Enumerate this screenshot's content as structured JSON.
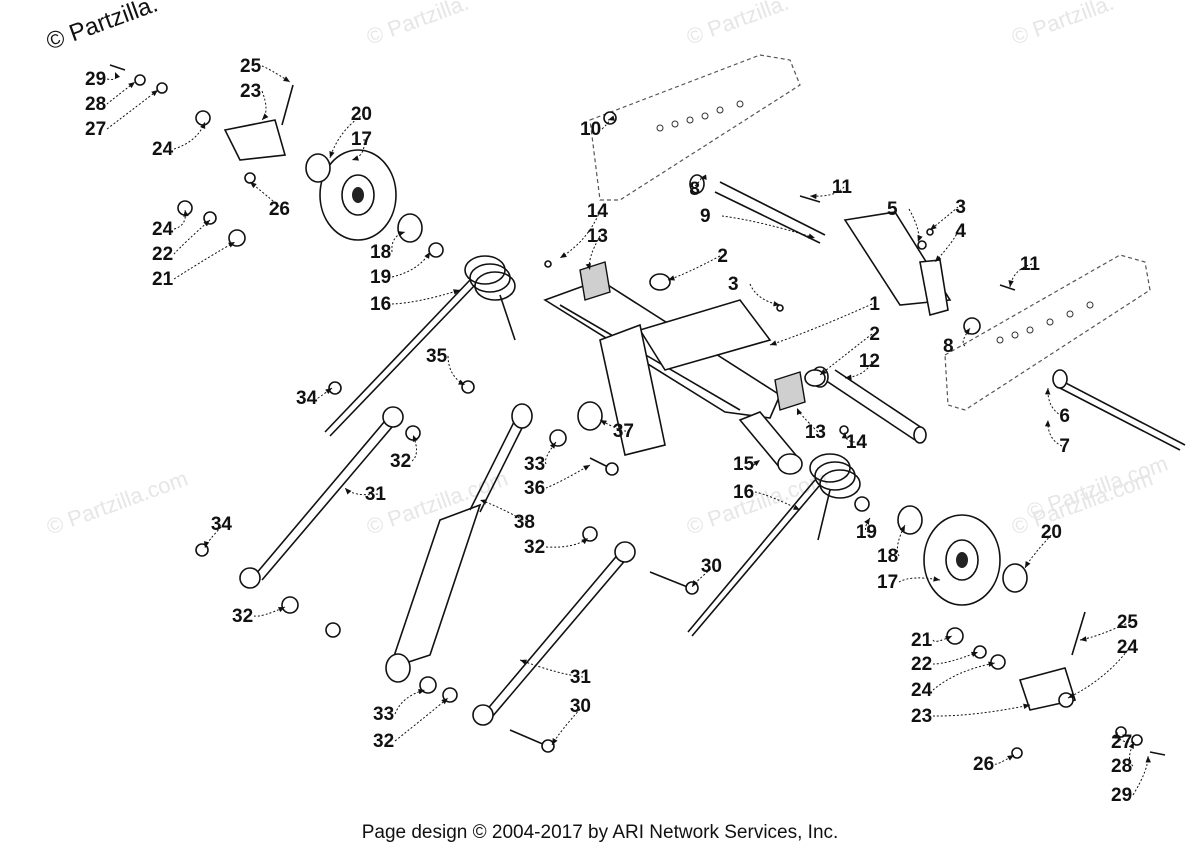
{
  "watermark_main": "© Partzilla.",
  "watermarks": [
    "© Partzilla.",
    "© Partzilla.",
    "© Partzilla.",
    "© Partzilla.com",
    "© Partzilla.com",
    "© Partzilla.com",
    "© Partzilla.com",
    "© Partzilla.com"
  ],
  "footer": "Page design © 2004-2017 by ARI Network Services, Inc.",
  "callouts": [
    {
      "n": "29"
    },
    {
      "n": "28"
    },
    {
      "n": "27"
    },
    {
      "n": "25"
    },
    {
      "n": "23"
    },
    {
      "n": "24"
    },
    {
      "n": "20"
    },
    {
      "n": "17"
    },
    {
      "n": "26"
    },
    {
      "n": "24"
    },
    {
      "n": "22"
    },
    {
      "n": "21"
    },
    {
      "n": "18"
    },
    {
      "n": "19"
    },
    {
      "n": "16"
    },
    {
      "n": "10"
    },
    {
      "n": "8"
    },
    {
      "n": "9"
    },
    {
      "n": "11"
    },
    {
      "n": "5"
    },
    {
      "n": "3"
    },
    {
      "n": "4"
    },
    {
      "n": "11"
    },
    {
      "n": "14"
    },
    {
      "n": "13"
    },
    {
      "n": "2"
    },
    {
      "n": "3"
    },
    {
      "n": "1"
    },
    {
      "n": "2"
    },
    {
      "n": "12"
    },
    {
      "n": "8"
    },
    {
      "n": "35"
    },
    {
      "n": "34"
    },
    {
      "n": "32"
    },
    {
      "n": "31"
    },
    {
      "n": "33"
    },
    {
      "n": "36"
    },
    {
      "n": "37"
    },
    {
      "n": "13"
    },
    {
      "n": "14"
    },
    {
      "n": "15"
    },
    {
      "n": "16"
    },
    {
      "n": "6"
    },
    {
      "n": "7"
    },
    {
      "n": "38"
    },
    {
      "n": "32"
    },
    {
      "n": "19"
    },
    {
      "n": "18"
    },
    {
      "n": "17"
    },
    {
      "n": "20"
    },
    {
      "n": "34"
    },
    {
      "n": "30"
    },
    {
      "n": "32"
    },
    {
      "n": "21"
    },
    {
      "n": "22"
    },
    {
      "n": "24"
    },
    {
      "n": "23"
    },
    {
      "n": "25"
    },
    {
      "n": "24"
    },
    {
      "n": "31"
    },
    {
      "n": "33"
    },
    {
      "n": "30"
    },
    {
      "n": "32"
    },
    {
      "n": "27"
    },
    {
      "n": "28"
    },
    {
      "n": "29"
    },
    {
      "n": "26"
    }
  ]
}
